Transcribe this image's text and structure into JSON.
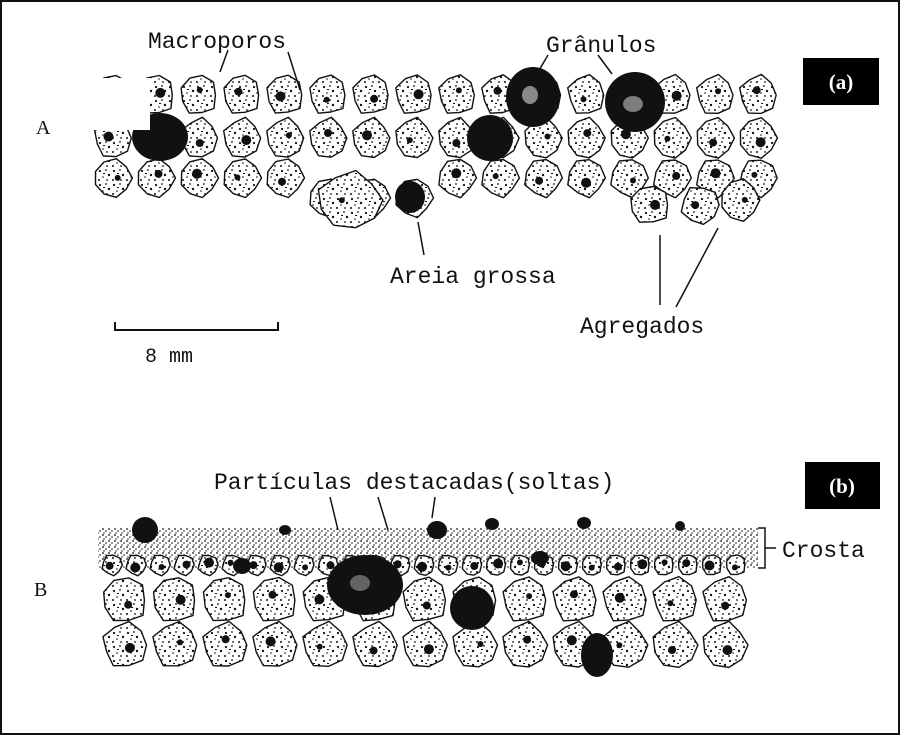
{
  "panel_a": {
    "badge": "(a)",
    "row_label": "A",
    "labels": {
      "macroporos": "Macroporos",
      "granulos": "Grânulos",
      "areia_grossa": "Areia grossa",
      "agregados": "Agregados",
      "scale": "8 mm"
    }
  },
  "panel_b": {
    "badge": "(b)",
    "row_label": "B",
    "labels": {
      "particulas": "Partículas destacadas(soltas)",
      "crosta": "Crosta"
    }
  },
  "colors": {
    "ink": "#111111",
    "badge_bg": "#000000",
    "badge_text": "#ffffff"
  }
}
